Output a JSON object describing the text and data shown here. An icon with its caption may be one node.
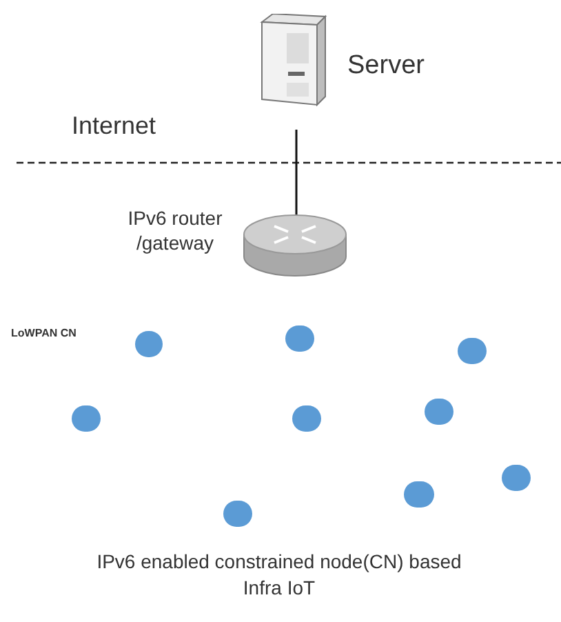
{
  "diagram": {
    "caption": "IPv6 enabled constrained node(CN) based Infra IoT",
    "nodes": [
      {
        "text": [],
        "shape": "picture",
        "beside": [
          "Server"
        ]
      },
      {
        "text": [],
        "shape": "cylinder",
        "beside": [
          "IPv6 router /gateway"
        ]
      },
      {
        "text": [],
        "shape": "circle"
      },
      {
        "text": [],
        "shape": "circle"
      },
      {
        "text": [],
        "shape": "circle"
      },
      {
        "text": [],
        "shape": "circle"
      },
      {
        "text": [],
        "shape": "circle"
      },
      {
        "text": [],
        "shape": "circle"
      },
      {
        "text": [],
        "shape": "circle"
      },
      {
        "text": [],
        "shape": "circle"
      },
      {
        "text": [],
        "shape": "circle"
      }
    ],
    "edges": [
      {
        "from": 0,
        "to": 1,
        "arrow": "none"
      }
    ],
    "labels": [
      "Internet",
      "LoWPAN CN"
    ]
  }
}
